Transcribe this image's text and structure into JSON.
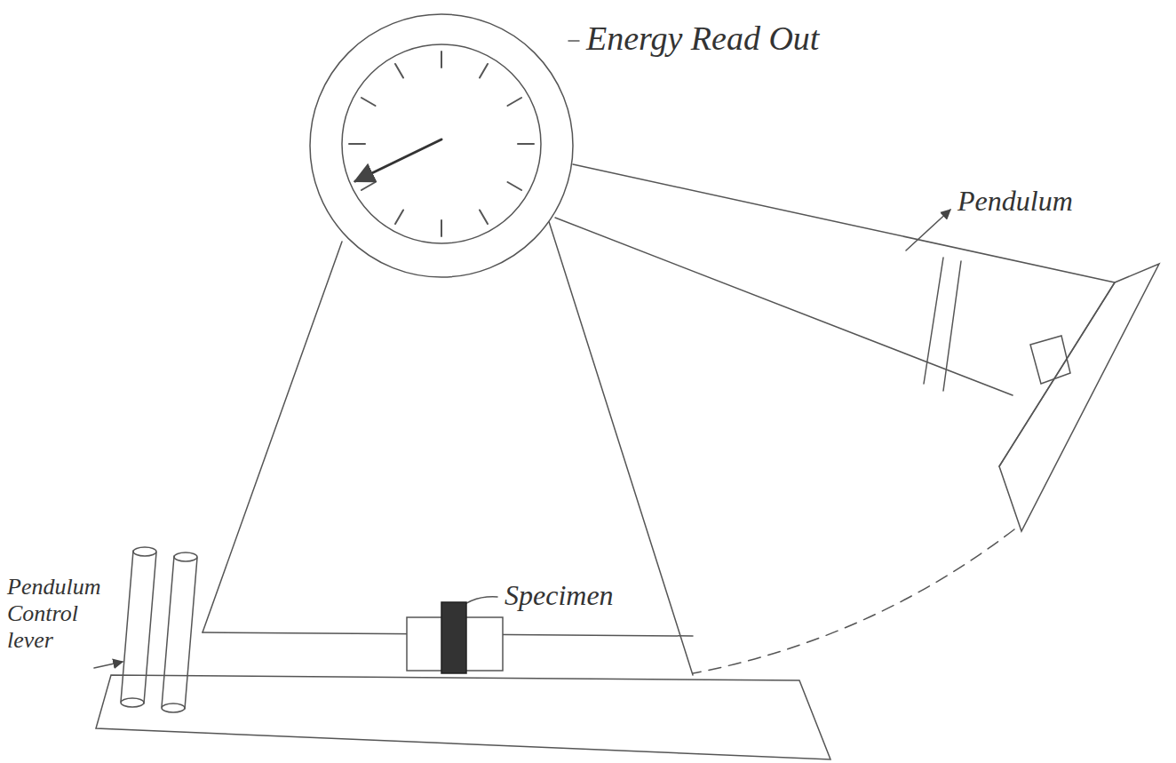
{
  "diagram": {
    "labels": [
      "Energy Read Out",
      "Pendulum",
      "Pendulum Control lever",
      "Specimen"
    ]
  }
}
